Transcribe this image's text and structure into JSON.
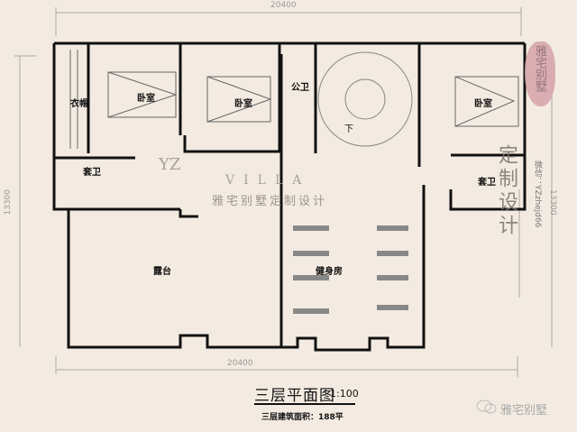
{
  "drawing": {
    "title": "三层平面图",
    "scale": "1:100",
    "area_note": "三层建筑面积：188平",
    "dimensions": {
      "top_width": "20400",
      "bottom_width": "20400",
      "left_height": "13300",
      "right_height": "13300"
    }
  },
  "rooms": {
    "closet": "衣帽",
    "bedroom_1": "卧室",
    "bedroom_2": "卧室",
    "public_bath": "公卫",
    "stairs_down": "下",
    "bedroom_3": "卧室",
    "ensuite_left": "套卫",
    "ensuite_right": "套卫",
    "terrace": "露台",
    "gym": "健身房"
  },
  "watermarks": {
    "seal": "雅宅别墅",
    "vertical": "定制设计",
    "wechat_id": "微信：YZzhejd66",
    "logo_yz": "YZ",
    "logo_villa": "VILLA",
    "logo_cn": "雅宅别墅定制设计",
    "brand": "雅宅别墅"
  },
  "colors": {
    "background": "#f3ebe1",
    "wall": "#111111",
    "seal": "#d8a7ae"
  }
}
